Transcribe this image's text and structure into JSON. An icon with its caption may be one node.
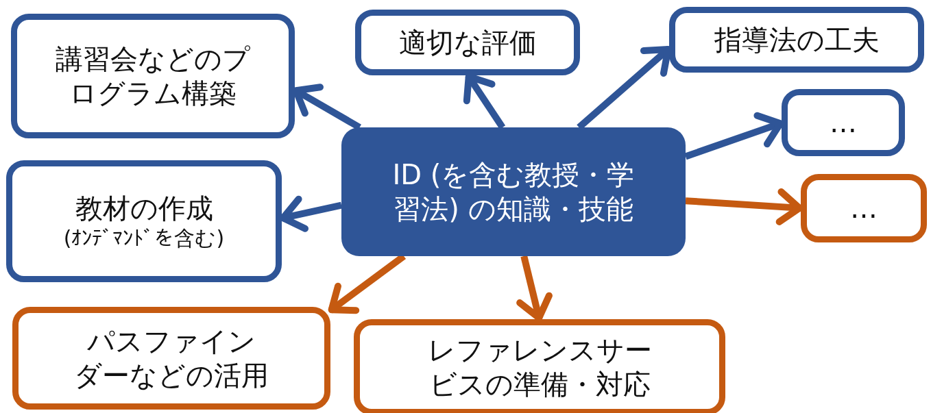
{
  "diagram": {
    "nodes": [
      {
        "text": [
          "ID (を含む教授・学習法) の知識・技能"
        ]
      },
      {
        "text": [
          "講習会などのプログラム構築"
        ]
      },
      {
        "text": [
          "適切な評価"
        ]
      },
      {
        "text": [
          "指導法の工夫"
        ]
      },
      {
        "text": [
          "…"
        ]
      },
      {
        "text": [
          "教材の作成",
          "(ｵﾝﾃﾞﾏﾝﾄﾞを含む)"
        ]
      },
      {
        "text": [
          "…"
        ]
      },
      {
        "text": [
          "パスファインダーなどの活用"
        ]
      },
      {
        "text": [
          "レファレンスサービスの準備・対応"
        ]
      }
    ],
    "edges": [
      {
        "from": 0,
        "to": 1,
        "arrow": "to"
      },
      {
        "from": 0,
        "to": 2,
        "arrow": "to"
      },
      {
        "from": 0,
        "to": 3,
        "arrow": "to"
      },
      {
        "from": 0,
        "to": 4,
        "arrow": "to"
      },
      {
        "from": 0,
        "to": 6,
        "arrow": "to",
        "color": "#c55a11"
      },
      {
        "from": 0,
        "to": 5,
        "arrow": "to"
      },
      {
        "from": 0,
        "to": 7,
        "arrow": "to",
        "color": "#c55a11"
      },
      {
        "from": 0,
        "to": 8,
        "arrow": "to",
        "color": "#c55a11"
      }
    ]
  }
}
